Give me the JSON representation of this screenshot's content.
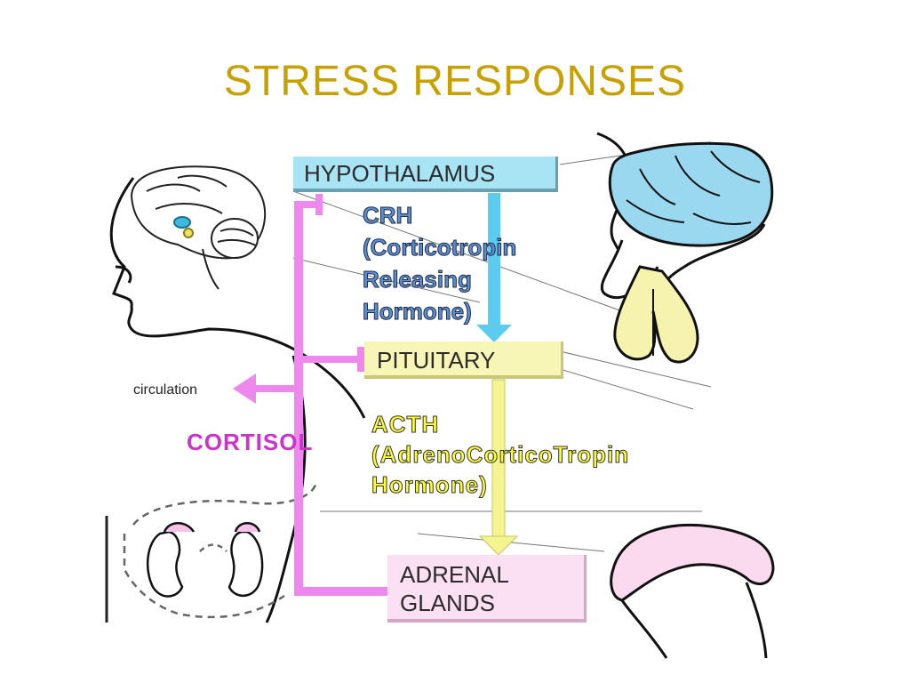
{
  "title": "STRESS RESPONSES",
  "nodes": {
    "hypothalamus": "HYPOTHALAMUS",
    "pituitary": "PITUITARY",
    "adrenal_line1": "ADRENAL",
    "adrenal_line2": "GLANDS"
  },
  "hormones": {
    "crh": [
      "CRH",
      "(Corticotropin",
      " Releasing",
      " Hormone)"
    ],
    "acth": [
      "ACTH",
      "(AdrenoCorticoTropin",
      " Hormone)"
    ],
    "cortisol": "CORTISOL"
  },
  "labels": {
    "circulation": "circulation"
  },
  "colors": {
    "title": "#c8a000",
    "crh_arrow": "#5ccbf0",
    "acth_arrow": "#f4f490",
    "cortisol_arrow": "#ee88ee",
    "hypothalamus_box": "#a8e4f4",
    "pituitary_box": "#f7f6b6",
    "adrenal_box": "#fbdff2"
  }
}
